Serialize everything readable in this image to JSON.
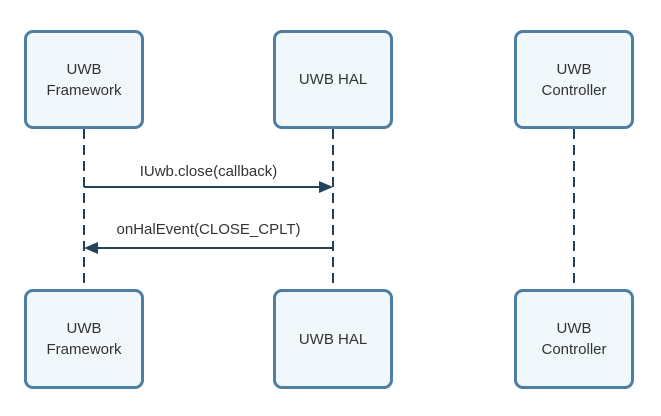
{
  "diagram": {
    "type": "sequence-diagram",
    "colors": {
      "background": "#ffffff",
      "box_fill": "#f0f8fc",
      "box_border": "#4e7ea1",
      "line": "#24425a",
      "text": "#333333"
    },
    "actors": [
      {
        "id": "uwb-framework",
        "label": "UWB Framework"
      },
      {
        "id": "uwb-hal",
        "label": "UWB HAL"
      },
      {
        "id": "uwb-controller",
        "label": "UWB Controller"
      }
    ],
    "messages": [
      {
        "from": "uwb-framework",
        "to": "uwb-hal",
        "direction": "right",
        "label": "IUwb.close(callback)"
      },
      {
        "from": "uwb-hal",
        "to": "uwb-framework",
        "direction": "left",
        "label": "onHalEvent(CLOSE_CPLT)"
      }
    ]
  }
}
